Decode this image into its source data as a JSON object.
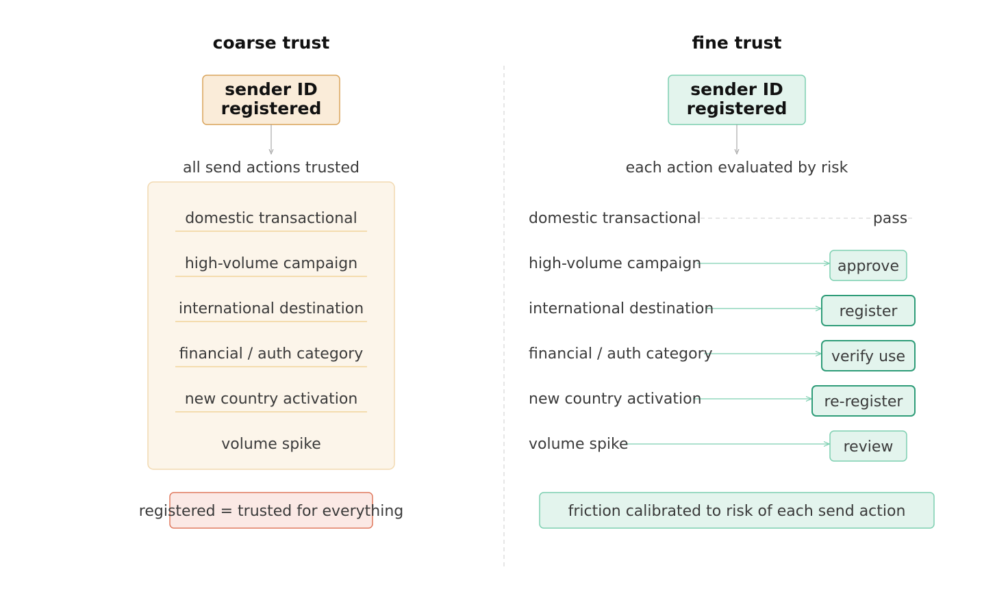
{
  "left": {
    "title": "coarse trust",
    "node_line1": "sender ID",
    "node_line2": "registered",
    "caption": "all send actions trusted",
    "items": [
      "domestic transactional",
      "high-volume campaign",
      "international destination",
      "financial / auth category",
      "new country activation",
      "volume spike"
    ],
    "summary": "registered = trusted for everything"
  },
  "right": {
    "title": "fine trust",
    "node_line1": "sender ID",
    "node_line2": "registered",
    "caption": "each action evaluated by risk",
    "rows": [
      {
        "label": "domestic transactional",
        "action": "pass"
      },
      {
        "label": "high-volume campaign",
        "action": "approve"
      },
      {
        "label": "international destination",
        "action": "register"
      },
      {
        "label": "financial / auth category",
        "action": "verify use"
      },
      {
        "label": "new country activation",
        "action": "re-register"
      },
      {
        "label": "volume spike",
        "action": "review"
      }
    ],
    "summary": "friction calibrated to risk of each send action"
  },
  "colors": {
    "coarse_fill": "#faecd9",
    "coarse_stroke": "#d9a35a",
    "coarse_panel_fill": "#fcf5ea",
    "coarse_line": "#f2d49a",
    "fine_fill": "#e3f4ed",
    "fine_stroke_light": "#7ccfb0",
    "fine_stroke_dark": "#2e9c78",
    "warn_fill": "#fbe9e5",
    "warn_stroke": "#e07a5f"
  }
}
